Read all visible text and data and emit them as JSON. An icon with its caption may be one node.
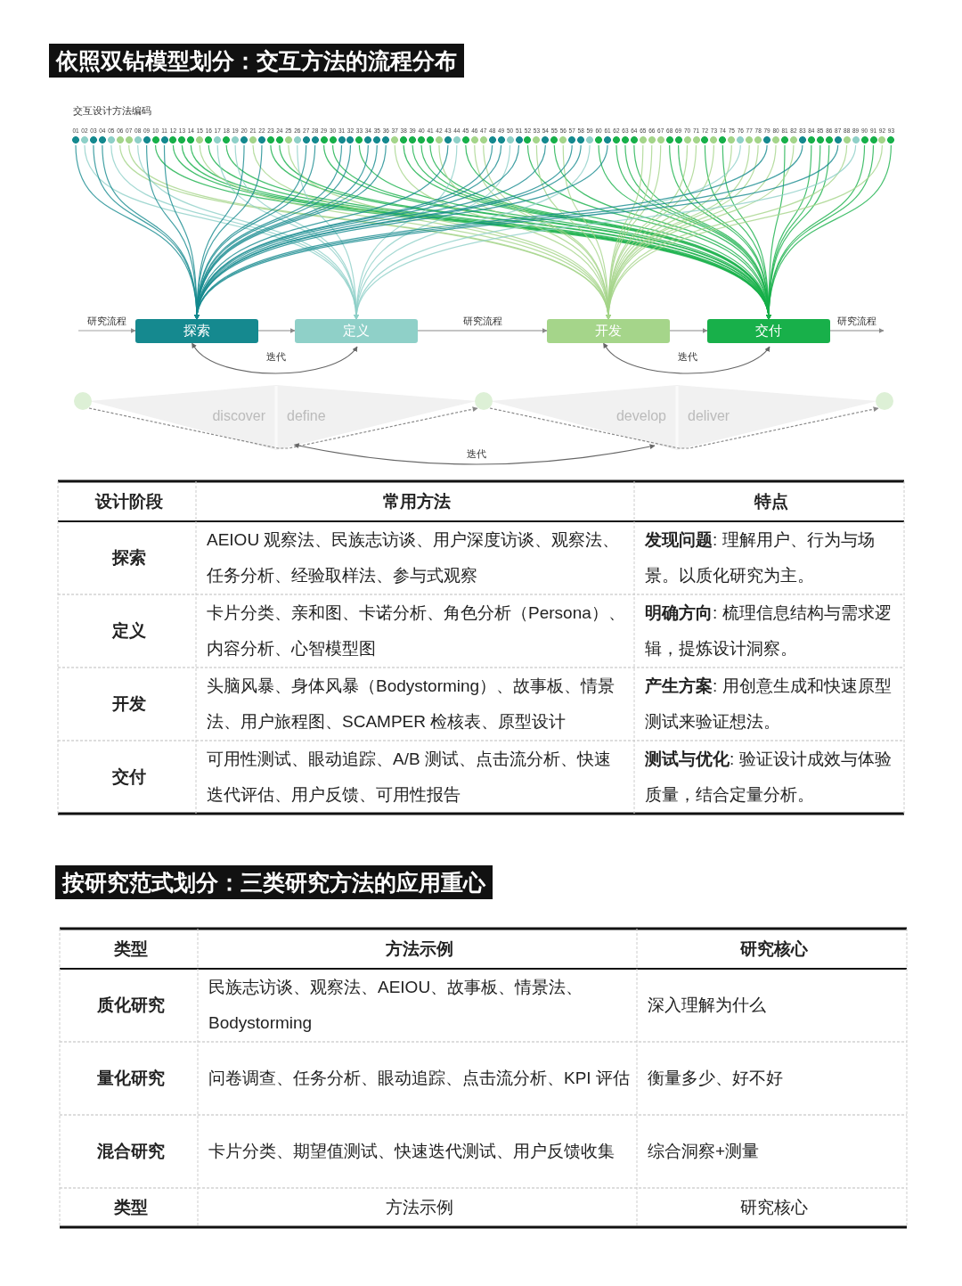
{
  "diagram": {
    "title": "依照双钻模型划分：交互方法的流程分布",
    "nodes": [
      {
        "text": [
          "01"
        ]
      },
      {
        "text": [
          "02"
        ]
      },
      {
        "text": [
          "03"
        ]
      },
      {
        "text": [
          "04"
        ]
      },
      {
        "text": [
          "05"
        ]
      },
      {
        "text": [
          "06"
        ]
      },
      {
        "text": [
          "07"
        ]
      },
      {
        "text": [
          "08"
        ]
      },
      {
        "text": [
          "09"
        ]
      },
      {
        "text": [
          "10"
        ]
      },
      {
        "text": [
          "11"
        ]
      },
      {
        "text": [
          "12"
        ]
      },
      {
        "text": [
          "13"
        ]
      },
      {
        "text": [
          "14"
        ]
      },
      {
        "text": [
          "15"
        ]
      },
      {
        "text": [
          "16"
        ]
      },
      {
        "text": [
          "17"
        ]
      },
      {
        "text": [
          "18"
        ]
      },
      {
        "text": [
          "19"
        ]
      },
      {
        "text": [
          "20"
        ]
      },
      {
        "text": [
          "21"
        ]
      },
      {
        "text": [
          "22"
        ]
      },
      {
        "text": [
          "23"
        ]
      },
      {
        "text": [
          "24"
        ]
      },
      {
        "text": [
          "25"
        ]
      },
      {
        "text": [
          "26"
        ]
      },
      {
        "text": [
          "27"
        ]
      },
      {
        "text": [
          "28"
        ]
      },
      {
        "text": [
          "29"
        ]
      },
      {
        "text": [
          "30"
        ]
      },
      {
        "text": [
          "31"
        ]
      },
      {
        "text": [
          "32"
        ]
      },
      {
        "text": [
          "33"
        ]
      },
      {
        "text": [
          "34"
        ]
      },
      {
        "text": [
          "35"
        ]
      },
      {
        "text": [
          "36"
        ]
      },
      {
        "text": [
          "37"
        ]
      },
      {
        "text": [
          "38"
        ]
      },
      {
        "text": [
          "39"
        ]
      },
      {
        "text": [
          "40"
        ]
      },
      {
        "text": [
          "41"
        ]
      },
      {
        "text": [
          "42"
        ]
      },
      {
        "text": [
          "43"
        ]
      },
      {
        "text": [
          "44"
        ]
      },
      {
        "text": [
          "45"
        ]
      },
      {
        "text": [
          "46"
        ]
      },
      {
        "text": [
          "47"
        ]
      },
      {
        "text": [
          "48"
        ]
      },
      {
        "text": [
          "49"
        ]
      },
      {
        "text": [
          "50"
        ]
      },
      {
        "text": [
          "51"
        ]
      },
      {
        "text": [
          "52"
        ]
      },
      {
        "text": [
          "53"
        ]
      },
      {
        "text": [
          "54"
        ]
      },
      {
        "text": [
          "55"
        ]
      },
      {
        "text": [
          "56"
        ]
      },
      {
        "text": [
          "57"
        ]
      },
      {
        "text": [
          "58"
        ]
      },
      {
        "text": [
          "59"
        ]
      },
      {
        "text": [
          "60"
        ]
      },
      {
        "text": [
          "61"
        ]
      },
      {
        "text": [
          "62"
        ]
      },
      {
        "text": [
          "63"
        ]
      },
      {
        "text": [
          "64"
        ]
      },
      {
        "text": [
          "65"
        ]
      },
      {
        "text": [
          "66"
        ]
      },
      {
        "text": [
          "67"
        ]
      },
      {
        "text": [
          "68"
        ]
      },
      {
        "text": [
          "69"
        ]
      },
      {
        "text": [
          "70"
        ]
      },
      {
        "text": [
          "71"
        ]
      },
      {
        "text": [
          "72"
        ]
      },
      {
        "text": [
          "73"
        ]
      },
      {
        "text": [
          "74"
        ]
      },
      {
        "text": [
          "75"
        ]
      },
      {
        "text": [
          "76"
        ]
      },
      {
        "text": [
          "77"
        ]
      },
      {
        "text": [
          "78"
        ]
      },
      {
        "text": [
          "79"
        ]
      },
      {
        "text": [
          "80"
        ]
      },
      {
        "text": [
          "81"
        ]
      },
      {
        "text": [
          "82"
        ]
      },
      {
        "text": [
          "83"
        ]
      },
      {
        "text": [
          "84"
        ]
      },
      {
        "text": [
          "85"
        ]
      },
      {
        "text": [
          "86"
        ]
      },
      {
        "text": [
          "87"
        ]
      },
      {
        "text": [
          "88"
        ]
      },
      {
        "text": [
          "89"
        ]
      },
      {
        "text": [
          "90"
        ]
      },
      {
        "text": [
          "91"
        ]
      },
      {
        "text": [
          "92"
        ]
      },
      {
        "text": [
          "93"
        ]
      },
      {
        "text": [
          "探索"
        ]
      },
      {
        "text": [
          "定义"
        ]
      },
      {
        "text": [
          "开发"
        ]
      },
      {
        "text": [
          "交付"
        ]
      },
      {
        "text": [],
        "shape": "circle"
      },
      {
        "text": [
          "discover",
          "define"
        ]
      },
      {
        "text": [],
        "shape": "circle"
      },
      {
        "text": [
          "develop",
          "deliver"
        ]
      },
      {
        "text": [],
        "shape": "circle"
      }
    ],
    "edges": [
      {
        "from": 0,
        "to": 93,
        "arrow": "to",
        "color": "#15898f"
      },
      {
        "from": 1,
        "to": 94,
        "arrow": "to",
        "color": "#8fd0c8"
      },
      {
        "from": 2,
        "to": 93,
        "arrow": "to",
        "color": "#15898f"
      },
      {
        "from": 3,
        "to": 93,
        "arrow": "to",
        "color": "#15898f"
      },
      {
        "from": 4,
        "to": 94,
        "arrow": "to",
        "color": "#8fd0c8"
      },
      {
        "from": 5,
        "to": 95,
        "arrow": "to",
        "color": "#a5d58a"
      },
      {
        "from": 6,
        "to": 95,
        "arrow": "to",
        "color": "#a5d58a"
      },
      {
        "from": 7,
        "to": 94,
        "arrow": "to",
        "color": "#8fd0c8"
      },
      {
        "from": 8,
        "to": 93,
        "arrow": "to",
        "color": "#15898f"
      },
      {
        "from": 9,
        "to": 96,
        "arrow": "to",
        "color": "#18b04a"
      },
      {
        "from": 10,
        "to": 93,
        "arrow": "to",
        "color": "#15898f"
      },
      {
        "from": 11,
        "to": 96,
        "arrow": "to",
        "color": "#18b04a"
      },
      {
        "from": 12,
        "to": 96,
        "arrow": "to",
        "color": "#18b04a"
      },
      {
        "from": 13,
        "to": 96,
        "arrow": "to",
        "color": "#18b04a"
      },
      {
        "from": 14,
        "to": 95,
        "arrow": "to",
        "color": "#a5d58a"
      },
      {
        "from": 15,
        "to": 96,
        "arrow": "to",
        "color": "#18b04a"
      },
      {
        "from": 16,
        "to": 94,
        "arrow": "to",
        "color": "#8fd0c8"
      },
      {
        "from": 17,
        "to": 96,
        "arrow": "to",
        "color": "#18b04a"
      },
      {
        "from": 18,
        "to": 94,
        "arrow": "to",
        "color": "#8fd0c8"
      },
      {
        "from": 19,
        "to": 93,
        "arrow": "to",
        "color": "#15898f"
      },
      {
        "from": 20,
        "to": 95,
        "arrow": "to",
        "color": "#a5d58a"
      },
      {
        "from": 21,
        "to": 93,
        "arrow": "to",
        "color": "#15898f"
      },
      {
        "from": 22,
        "to": 96,
        "arrow": "to",
        "color": "#18b04a"
      },
      {
        "from": 23,
        "to": 96,
        "arrow": "to",
        "color": "#18b04a"
      },
      {
        "from": 24,
        "to": 95,
        "arrow": "to",
        "color": "#a5d58a"
      },
      {
        "from": 25,
        "to": 94,
        "arrow": "to",
        "color": "#8fd0c8"
      },
      {
        "from": 26,
        "to": 93,
        "arrow": "to",
        "color": "#15898f"
      },
      {
        "from": 27,
        "to": 93,
        "arrow": "to",
        "color": "#15898f"
      },
      {
        "from": 28,
        "to": 96,
        "arrow": "to",
        "color": "#18b04a"
      },
      {
        "from": 29,
        "to": 96,
        "arrow": "to",
        "color": "#18b04a"
      },
      {
        "from": 30,
        "to": 93,
        "arrow": "to",
        "color": "#15898f"
      },
      {
        "from": 31,
        "to": 93,
        "arrow": "to",
        "color": "#15898f"
      },
      {
        "from": 32,
        "to": 96,
        "arrow": "to",
        "color": "#18b04a"
      },
      {
        "from": 33,
        "to": 93,
        "arrow": "to",
        "color": "#15898f"
      },
      {
        "from": 34,
        "to": 93,
        "arrow": "to",
        "color": "#15898f"
      },
      {
        "from": 35,
        "to": 93,
        "arrow": "to",
        "color": "#15898f"
      },
      {
        "from": 36,
        "to": 95,
        "arrow": "to",
        "color": "#a5d58a"
      },
      {
        "from": 37,
        "to": 96,
        "arrow": "to",
        "color": "#18b04a"
      },
      {
        "from": 38,
        "to": 96,
        "arrow": "to",
        "color": "#18b04a"
      },
      {
        "from": 39,
        "to": 96,
        "arrow": "to",
        "color": "#18b04a"
      },
      {
        "from": 40,
        "to": 96,
        "arrow": "to",
        "color": "#18b04a"
      },
      {
        "from": 41,
        "to": 95,
        "arrow": "to",
        "color": "#a5d58a"
      },
      {
        "from": 42,
        "to": 93,
        "arrow": "to",
        "color": "#15898f"
      },
      {
        "from": 43,
        "to": 94,
        "arrow": "to",
        "color": "#8fd0c8"
      },
      {
        "from": 44,
        "to": 96,
        "arrow": "to",
        "color": "#18b04a"
      },
      {
        "from": 45,
        "to": 95,
        "arrow": "to",
        "color": "#a5d58a"
      },
      {
        "from": 46,
        "to": 95,
        "arrow": "to",
        "color": "#a5d58a"
      },
      {
        "from": 47,
        "to": 93,
        "arrow": "to",
        "color": "#15898f"
      },
      {
        "from": 48,
        "to": 93,
        "arrow": "to",
        "color": "#15898f"
      },
      {
        "from": 49,
        "to": 94,
        "arrow": "to",
        "color": "#8fd0c8"
      },
      {
        "from": 50,
        "to": 93,
        "arrow": "to",
        "color": "#15898f"
      },
      {
        "from": 51,
        "to": 96,
        "arrow": "to",
        "color": "#18b04a"
      },
      {
        "from": 52,
        "to": 95,
        "arrow": "to",
        "color": "#a5d58a"
      },
      {
        "from": 53,
        "to": 93,
        "arrow": "to",
        "color": "#15898f"
      },
      {
        "from": 54,
        "to": 96,
        "arrow": "to",
        "color": "#18b04a"
      },
      {
        "from": 55,
        "to": 95,
        "arrow": "to",
        "color": "#a5d58a"
      },
      {
        "from": 56,
        "to": 93,
        "arrow": "to",
        "color": "#15898f"
      },
      {
        "from": 57,
        "to": 93,
        "arrow": "to",
        "color": "#15898f"
      },
      {
        "from": 58,
        "to": 94,
        "arrow": "to",
        "color": "#8fd0c8"
      },
      {
        "from": 59,
        "to": 96,
        "arrow": "to",
        "color": "#18b04a"
      },
      {
        "from": 60,
        "to": 93,
        "arrow": "to",
        "color": "#15898f"
      },
      {
        "from": 61,
        "to": 96,
        "arrow": "to",
        "color": "#18b04a"
      },
      {
        "from": 62,
        "to": 96,
        "arrow": "to",
        "color": "#18b04a"
      },
      {
        "from": 63,
        "to": 96,
        "arrow": "to",
        "color": "#18b04a"
      },
      {
        "from": 64,
        "to": 95,
        "arrow": "to",
        "color": "#a5d58a"
      },
      {
        "from": 65,
        "to": 95,
        "arrow": "to",
        "color": "#a5d58a"
      },
      {
        "from": 66,
        "to": 95,
        "arrow": "to",
        "color": "#a5d58a"
      },
      {
        "from": 67,
        "to": 96,
        "arrow": "to",
        "color": "#18b04a"
      },
      {
        "from": 68,
        "to": 96,
        "arrow": "to",
        "color": "#18b04a"
      },
      {
        "from": 69,
        "to": 95,
        "arrow": "to",
        "color": "#a5d58a"
      },
      {
        "from": 70,
        "to": 95,
        "arrow": "to",
        "color": "#a5d58a"
      },
      {
        "from": 71,
        "to": 96,
        "arrow": "to",
        "color": "#18b04a"
      },
      {
        "from": 72,
        "to": 95,
        "arrow": "to",
        "color": "#a5d58a"
      },
      {
        "from": 73,
        "to": 96,
        "arrow": "to",
        "color": "#18b04a"
      },
      {
        "from": 74,
        "to": 95,
        "arrow": "to",
        "color": "#a5d58a"
      },
      {
        "from": 75,
        "to": 94,
        "arrow": "to",
        "color": "#8fd0c8"
      },
      {
        "from": 76,
        "to": 95,
        "arrow": "to",
        "color": "#a5d58a"
      },
      {
        "from": 77,
        "to": 95,
        "arrow": "to",
        "color": "#a5d58a"
      },
      {
        "from": 78,
        "to": 93,
        "arrow": "to",
        "color": "#15898f"
      },
      {
        "from": 79,
        "to": 95,
        "arrow": "to",
        "color": "#a5d58a"
      },
      {
        "from": 80,
        "to": 96,
        "arrow": "to",
        "color": "#18b04a"
      },
      {
        "from": 81,
        "to": 95,
        "arrow": "to",
        "color": "#a5d58a"
      },
      {
        "from": 82,
        "to": 93,
        "arrow": "to",
        "color": "#15898f"
      },
      {
        "from": 83,
        "to": 96,
        "arrow": "to",
        "color": "#18b04a"
      },
      {
        "from": 84,
        "to": 96,
        "arrow": "to",
        "color": "#18b04a"
      },
      {
        "from": 85,
        "to": 96,
        "arrow": "to",
        "color": "#18b04a"
      },
      {
        "from": 86,
        "to": 93,
        "arrow": "to",
        "color": "#15898f"
      },
      {
        "from": 87,
        "to": 95,
        "arrow": "to",
        "color": "#a5d58a"
      },
      {
        "from": 88,
        "to": 94,
        "arrow": "to",
        "color": "#8fd0c8"
      },
      {
        "from": 89,
        "to": 96,
        "arrow": "to",
        "color": "#18b04a"
      },
      {
        "from": 90,
        "to": 96,
        "arrow": "to",
        "color": "#18b04a"
      },
      {
        "from": 91,
        "to": 95,
        "arrow": "to",
        "color": "#a5d58a"
      },
      {
        "from": 92,
        "to": 96,
        "arrow": "to",
        "color": "#18b04a"
      },
      {
        "from": null,
        "to": 93,
        "arrow": "to",
        "label": "研究流程",
        "color": "#8a8a8a"
      },
      {
        "from": 93,
        "to": 94,
        "arrow": "to",
        "color": "#8a8a8a"
      },
      {
        "from": 94,
        "to": 95,
        "arrow": "to",
        "label": "研究流程",
        "color": "#8a8a8a"
      },
      {
        "from": 95,
        "to": 96,
        "arrow": "to",
        "color": "#8a8a8a"
      },
      {
        "from": 96,
        "to": null,
        "arrow": "to",
        "label": "研究流程",
        "color": "#8a8a8a"
      },
      {
        "from": 97,
        "to": 99,
        "arrow": "to",
        "style": "dashed",
        "color": "#8a8a8a"
      },
      {
        "from": 99,
        "to": 101,
        "arrow": "to",
        "style": "dashed",
        "color": "#8a8a8a"
      },
      {
        "from": 93,
        "to": 94,
        "arrow": "both",
        "label": "迭代",
        "color": "#666666"
      },
      {
        "from": 95,
        "to": 96,
        "arrow": "both",
        "label": "迭代",
        "color": "#666666"
      },
      {
        "from": 98,
        "to": 100,
        "arrow": "both",
        "label": "迭代",
        "color": "#666666"
      }
    ],
    "labels": [
      "交互设计方法编码",
      "设计阶段",
      "常用方法",
      "特点",
      "探索",
      "AEIOU 观察法、民族志访谈、用户深度访谈、观察法、任务分析、经验取样法、参与式观察",
      "**发现问题**: 理解用户、行为与场景。以质化研究为主。",
      "定义",
      "卡片分类、亲和图、卡诺分析、角色分析（Persona）、内容分析、心智模型图",
      "**明确方向**: 梳理信息结构与需求逻辑，提炼设计洞察。",
      "开发",
      "头脑风暴、身体风暴（Bodystorming）、故事板、情景法、用户旅程图、SCAMPER 检核表、原型设计",
      "**产生方案**: 用创意生成和快速原型测试来验证想法。",
      "交付",
      "可用性测试、眼动追踪、A/B 测试、点击流分析、快速迭代评估、用户反馈、可用性报告",
      "**测试与优化**: 验证设计成效与体验质量，结合定量分析。",
      "按研究范式划分：三类研究方法的应用重心",
      "类型",
      "方法示例",
      "研究核心",
      "质化研究",
      "民族志访谈、观察法、AEIOU、故事板、情景法、Bodystorming",
      "深入理解为什么",
      "量化研究",
      "问卷调查、任务分析、眼动追踪、点击流分析、KPI 评估",
      "衡量多少、好不好",
      "混合研究",
      "卡片分类、期望值测试、快速迭代测试、用户反馈收集",
      "综合洞察+测量",
      "类型",
      "方法示例",
      "研究核心"
    ]
  }
}
